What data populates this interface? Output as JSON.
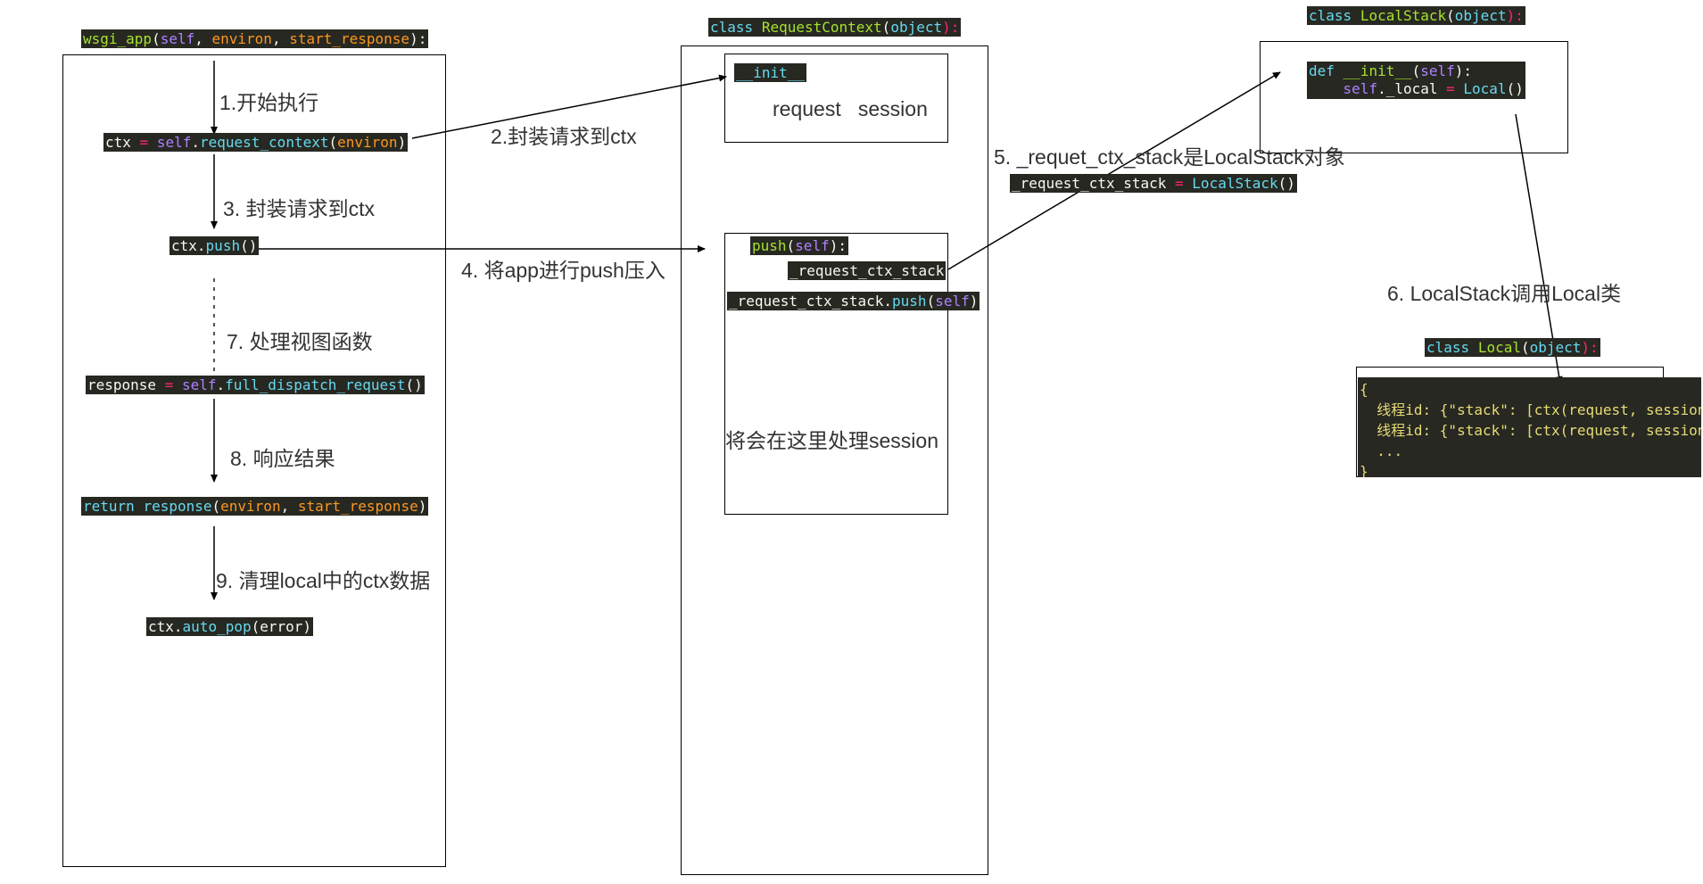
{
  "wsgi": {
    "signature": {
      "fn": "wsgi_app",
      "open": "(",
      "self": "self",
      "sep1": ", ",
      "arg1": "environ",
      "sep2": ", ",
      "arg2": "start_response",
      "close": "):"
    },
    "ctx_line": {
      "var": "ctx",
      "eq": " = ",
      "self": "self",
      "dot": ".",
      "call": "request_context",
      "open": "(",
      "arg": "environ",
      "close": ")"
    },
    "push_line": {
      "var": "ctx",
      "dot": ".",
      "call": "push",
      "paren": "()"
    },
    "response_line": {
      "var": "response",
      "eq": " = ",
      "self": "self",
      "dot": ".",
      "call": "full_dispatch_request",
      "paren": "()"
    },
    "return_line": {
      "kw": "return",
      "sp": " ",
      "call": "response",
      "open": "(",
      "arg1": "environ",
      "sep": ", ",
      "arg2": "start_response",
      "close": ")"
    },
    "pop_line": {
      "var": "ctx",
      "dot": ".",
      "call": "auto_pop",
      "open": "(",
      "arg": "error",
      "close": ")"
    }
  },
  "labels": {
    "step1": "1.开始执行",
    "step2": "2.封装请求到ctx",
    "step3": "3. 封装请求到ctx",
    "step4": "4. 将app进行push压入",
    "step5": "5. _requet_ctx_stack是LocalStack对象",
    "step6": "6. LocalStack调用Local类",
    "step7": "7. 处理视图函数",
    "step8": "8. 响应结果",
    "step9": "9. 清理local中的ctx数据"
  },
  "request_context": {
    "header": {
      "kw": "class",
      "sp": " ",
      "name": "RequestContext",
      "open": "(",
      "base": "object",
      "close": "):"
    },
    "init": "__init__",
    "attrs": "request   session",
    "push_def": {
      "fn": "push",
      "open": "(",
      "self": "self",
      "close": "):"
    },
    "stack_name": "_request_ctx_stack",
    "stack_push": {
      "obj": "_request_ctx_stack",
      "dot": ".",
      "call": "push",
      "open": "(",
      "self": "self",
      "close": ")"
    },
    "session_note": "将会在这里处理session"
  },
  "stack_assign": {
    "var": "_request_ctx_stack",
    "eq": " = ",
    "cls": "LocalStack",
    "paren": "()"
  },
  "local_stack": {
    "header": {
      "kw": "class",
      "sp": " ",
      "name": "LocalStack",
      "open": "(",
      "base": "object",
      "close": "):"
    },
    "def_line": {
      "kw": "def",
      "sp": " ",
      "name": "__init__",
      "open": "(",
      "self": "self",
      "close": "):"
    },
    "body_line": {
      "indent": "    ",
      "self": "self",
      "attr": "._local",
      "eq": " = ",
      "cls": "Local",
      "paren": "()"
    }
  },
  "local": {
    "header": {
      "kw": "class",
      "sp": " ",
      "name": "Local",
      "open": "(",
      "base": "object",
      "close": "):"
    },
    "open_brace": "{",
    "row1": "  线程id: {\"stack\": [ctx(request, session)]}",
    "row2": "  线程id: {\"stack\": [ctx(request, session)]}",
    "ellipsis": "  ...",
    "close_brace": "}"
  }
}
